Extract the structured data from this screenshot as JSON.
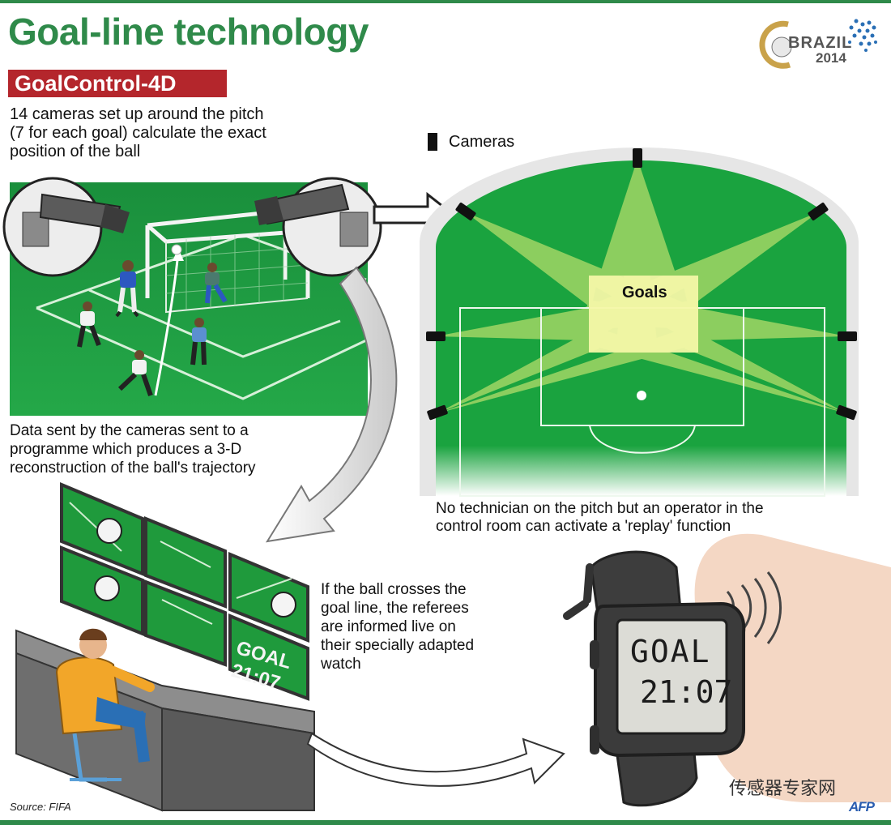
{
  "title": "Goal-line technology",
  "system_badge": "GoalControl-4D",
  "intro": {
    "line1": "14 cameras set up around the pitch",
    "line2": "(7 for each goal) calculate the exact",
    "line3": "position of the ball"
  },
  "logo": {
    "line1": "BRAZIL",
    "line2": "2014"
  },
  "pitch_diagram": {
    "legend_label": "Cameras",
    "goals_label": "Goals"
  },
  "data_text": {
    "line1": "Data sent by the cameras sent to a",
    "line2": "programme which produces a 3-D",
    "line3": "reconstruction of the ball's trajectory"
  },
  "operator_text": {
    "line1": "No technician on the pitch but an operator in the",
    "line2": "control room can activate a 'replay' function"
  },
  "referee_text": {
    "line1": "If the ball crosses the",
    "line2": "goal line, the referees",
    "line3": "are informed live on",
    "line4": "their specially adapted",
    "line5": "watch"
  },
  "monitor_display": {
    "word": "GOAL",
    "time": "21:07"
  },
  "watch_display": {
    "word": "GOAL",
    "time": "21:07"
  },
  "source": "Source: FIFA",
  "agency": "AFP",
  "watermark": "传感器专家网",
  "colors": {
    "title_green": "#2f8a4a",
    "badge_red": "#b4262c",
    "pitch_green": "#1aa33f",
    "beam_yellow": "#e9f27a"
  }
}
